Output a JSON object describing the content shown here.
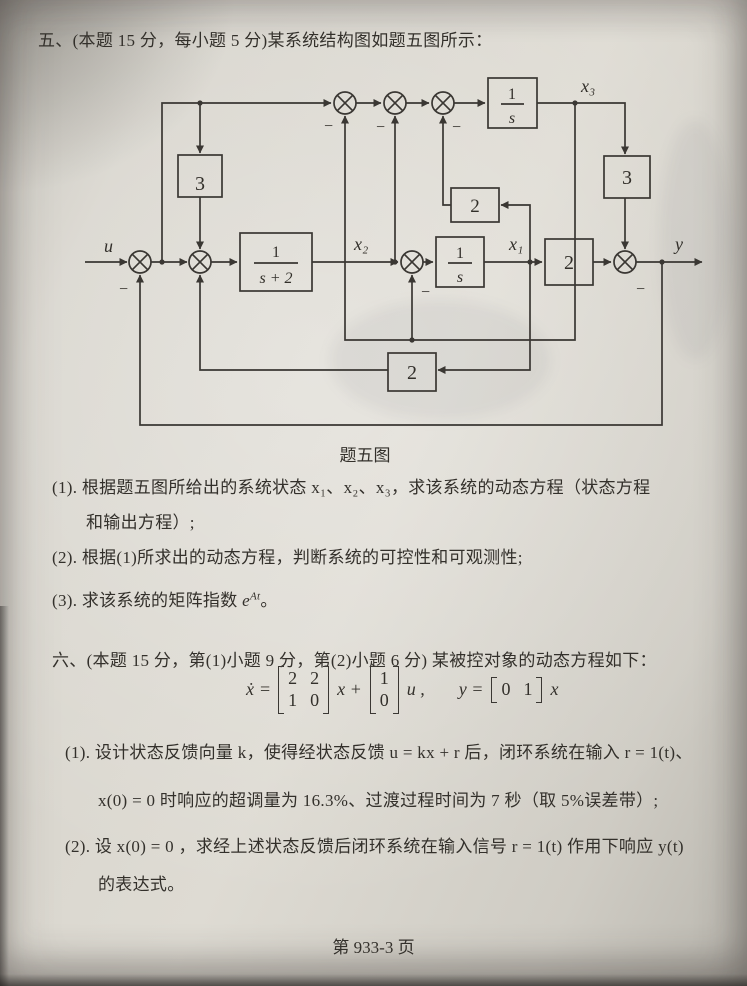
{
  "page": {
    "title": "五、(本题 15 分，每小题 5 分)某系统结构图如题五图所示：",
    "figure_caption": "题五图",
    "footer": "第 933-3 页"
  },
  "diagram": {
    "labels": {
      "input": "u",
      "output": "y",
      "x1": "x₁",
      "x2": "x₂",
      "x3": "x₃",
      "minus": "−"
    },
    "blocks": {
      "gain3_left": "3",
      "plant": {
        "num": "1",
        "den": "s + 2"
      },
      "integrator_top": {
        "num": "1",
        "den": "s"
      },
      "gain2_mid": "2",
      "integrator_main": {
        "num": "1",
        "den": "s"
      },
      "gain2_out": "2",
      "gain3_right": "3",
      "gain2_feedback": "2"
    }
  },
  "section5": {
    "q1_line1": "(1). 根据题五图所给出的系统状态 x₁、x₂、x₃，求该系统的动态方程（状态方程",
    "q1_line2": "和输出方程）;",
    "q2": "(2). 根据(1)所求出的动态方程，判断系统的可控性和可观测性;",
    "q3_prefix": "(3). 求该系统的矩阵指数 ",
    "q3_base": "e",
    "q3_sup": "At",
    "q3_suffix": "。"
  },
  "section6": {
    "heading": "六、(本题 15 分，第(1)小题 9 分，第(2)小题 6 分) 某被控对象的动态方程如下：",
    "equation": {
      "xdot": "ẋ",
      "equals": "=",
      "A": [
        [
          "2",
          "2"
        ],
        [
          "1",
          "0"
        ]
      ],
      "x_plus": "x +",
      "B": [
        "1",
        "0"
      ],
      "u_comma": "u ,",
      "y_equals": "y =",
      "C": [
        "0",
        "1"
      ],
      "x_end": "x"
    },
    "q1_line1": "(1). 设计状态反馈向量 k，使得经状态反馈 u = kx + r 后，闭环系统在输入 r = 1(t)、",
    "q1_line2": "x(0) = 0 时响应的超调量为 16.3%、过渡过程时间为 7 秒（取 5%误差带）;",
    "q2_line1": "(2). 设 x(0) = 0 ，求经上述状态反馈后闭环系统在输入信号 r = 1(t) 作用下响应 y(t)",
    "q2_line2": "的表达式。"
  }
}
